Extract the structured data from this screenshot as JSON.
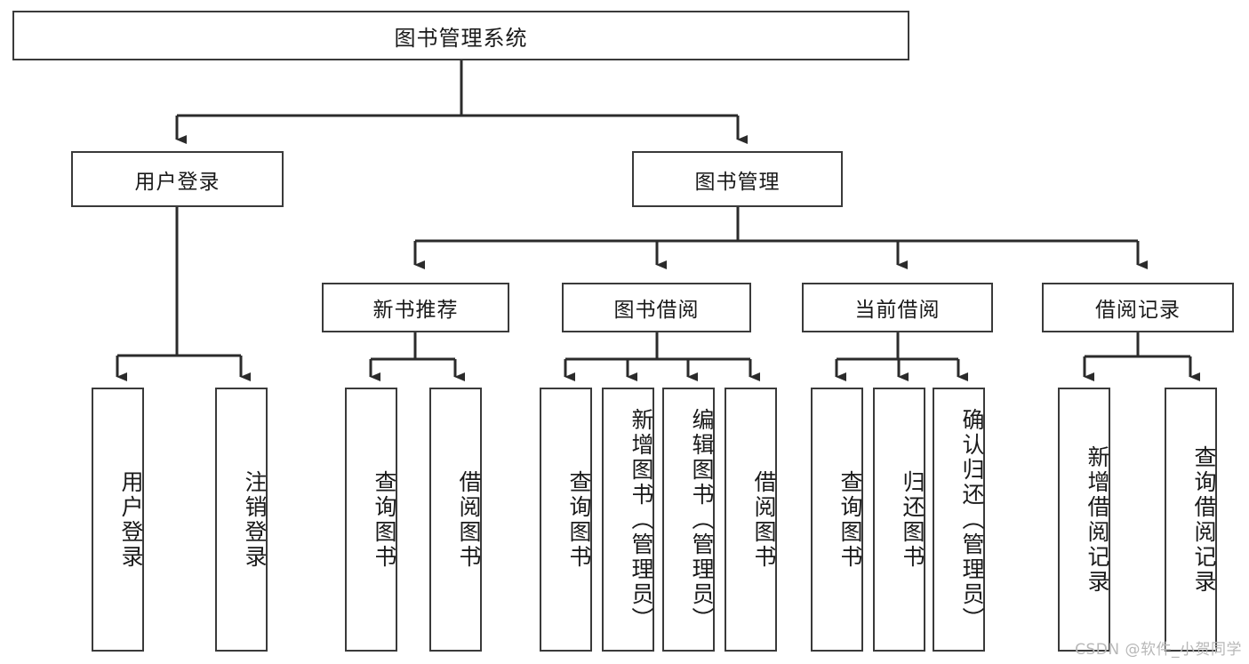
{
  "diagram": {
    "title": "图书管理系统",
    "watermark": "CSDN @软件_小贺同学",
    "colors": {
      "box_border": "#3a3a3a",
      "connector": "#2b2b2b",
      "background": "#ffffff",
      "text": "#1a1a1a",
      "watermark": "#b8b8b8"
    },
    "root": {
      "label": "图书管理系统"
    },
    "level2": [
      {
        "label": "用户登录"
      },
      {
        "label": "图书管理"
      }
    ],
    "level3": [
      {
        "label": "新书推荐"
      },
      {
        "label": "图书借阅"
      },
      {
        "label": "当前借阅"
      },
      {
        "label": "借阅记录"
      }
    ],
    "leaves": [
      {
        "label": "用户登录",
        "parent": "用户登录"
      },
      {
        "label": "注销登录",
        "parent": "用户登录"
      },
      {
        "label": "查询图书",
        "parent": "新书推荐"
      },
      {
        "label": "借阅图书",
        "parent": "新书推荐"
      },
      {
        "label": "查询图书",
        "parent": "图书借阅"
      },
      {
        "label": "新增图书（管理员）",
        "parent": "图书借阅"
      },
      {
        "label": "编辑图书（管理员）",
        "parent": "图书借阅"
      },
      {
        "label": "借阅图书",
        "parent": "图书借阅"
      },
      {
        "label": "查询图书",
        "parent": "当前借阅"
      },
      {
        "label": "归还图书",
        "parent": "当前借阅"
      },
      {
        "label": "确认归还（管理员）",
        "parent": "当前借阅"
      },
      {
        "label": "新增借阅记录",
        "parent": "借阅记录"
      },
      {
        "label": "查询借阅记录",
        "parent": "借阅记录"
      }
    ]
  }
}
